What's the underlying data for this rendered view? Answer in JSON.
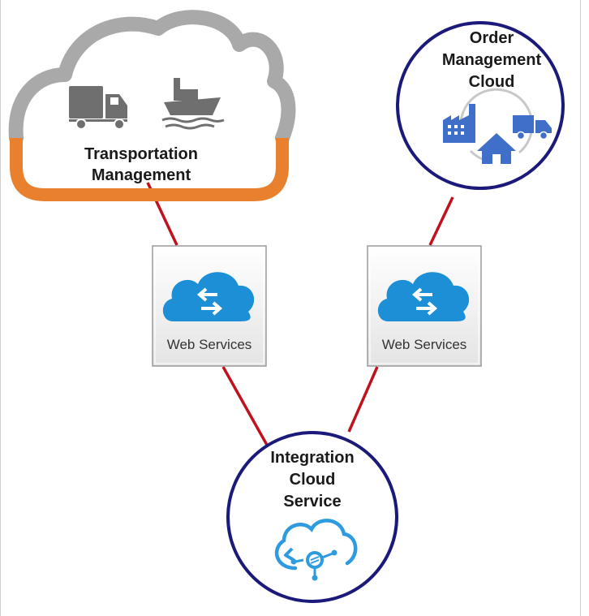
{
  "diagram": {
    "nodes": {
      "transportation": {
        "line1": "Transportation",
        "line2": "Management"
      },
      "order_management": {
        "line1": "Order",
        "line2": "Management",
        "line3": "Cloud"
      },
      "integration": {
        "line1": "Integration",
        "line2": "Cloud",
        "line3": "Service"
      }
    },
    "web_services_left": {
      "label": "Web Services"
    },
    "web_services_right": {
      "label": "Web Services"
    }
  },
  "colors": {
    "connector": "#c0121c",
    "circle_border": "#1b1a7a",
    "cloud_outline": "#a9a9a9",
    "cloud_band": "#e9802e",
    "ws_blue": "#1c8fd6",
    "icon_blue": "#3f6fc9",
    "icon_gray": "#6f6f6f"
  }
}
